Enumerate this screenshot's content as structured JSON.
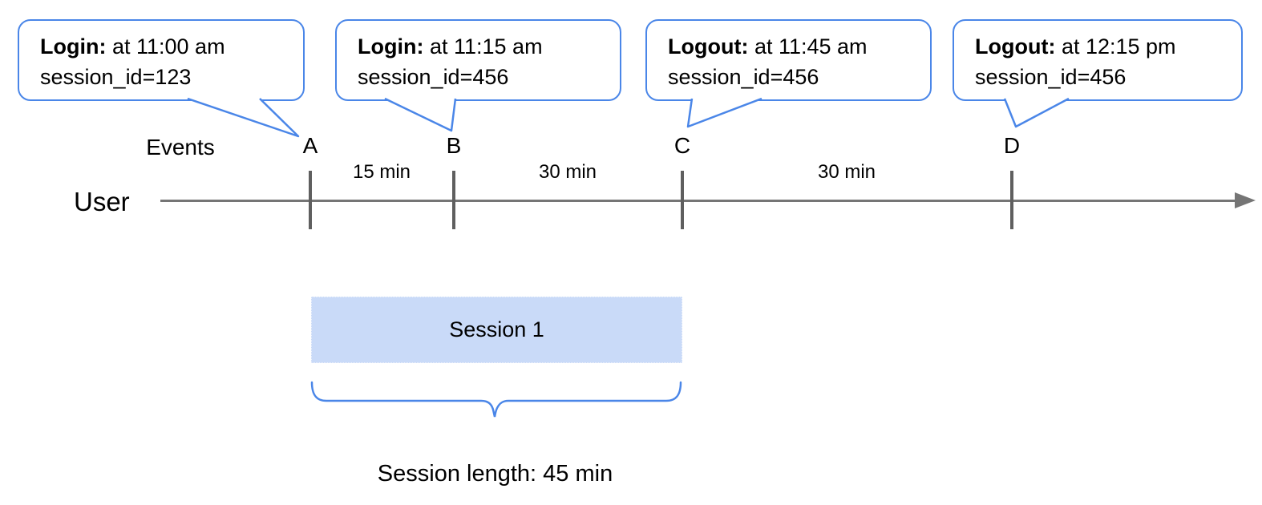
{
  "bubbles": [
    {
      "prefix": "Login:",
      "time": " at 11:00 am",
      "detail": "session_id=123",
      "points_to": "A"
    },
    {
      "prefix": "Login:",
      "time": " at 11:15 am",
      "detail": "session_id=456",
      "points_to": "B"
    },
    {
      "prefix": "Logout:",
      "time": " at 11:45 am",
      "detail": "session_id=456",
      "points_to": "C"
    },
    {
      "prefix": "Logout:",
      "time": " at 12:15 pm",
      "detail": "session_id=456",
      "points_to": "D"
    }
  ],
  "timeline": {
    "user_label": "User",
    "events_label": "Events",
    "event_markers": [
      "A",
      "B",
      "C",
      "D"
    ],
    "intervals": [
      "15 min",
      "30 min",
      "30 min"
    ]
  },
  "session": {
    "box_label": "Session 1",
    "length_label": "Session length: 45 min"
  },
  "colors": {
    "accent_blue": "#4a86e8",
    "session_fill": "#c9daf8",
    "timeline_gray": "#757575",
    "tick_gray": "#5f5f5f"
  }
}
